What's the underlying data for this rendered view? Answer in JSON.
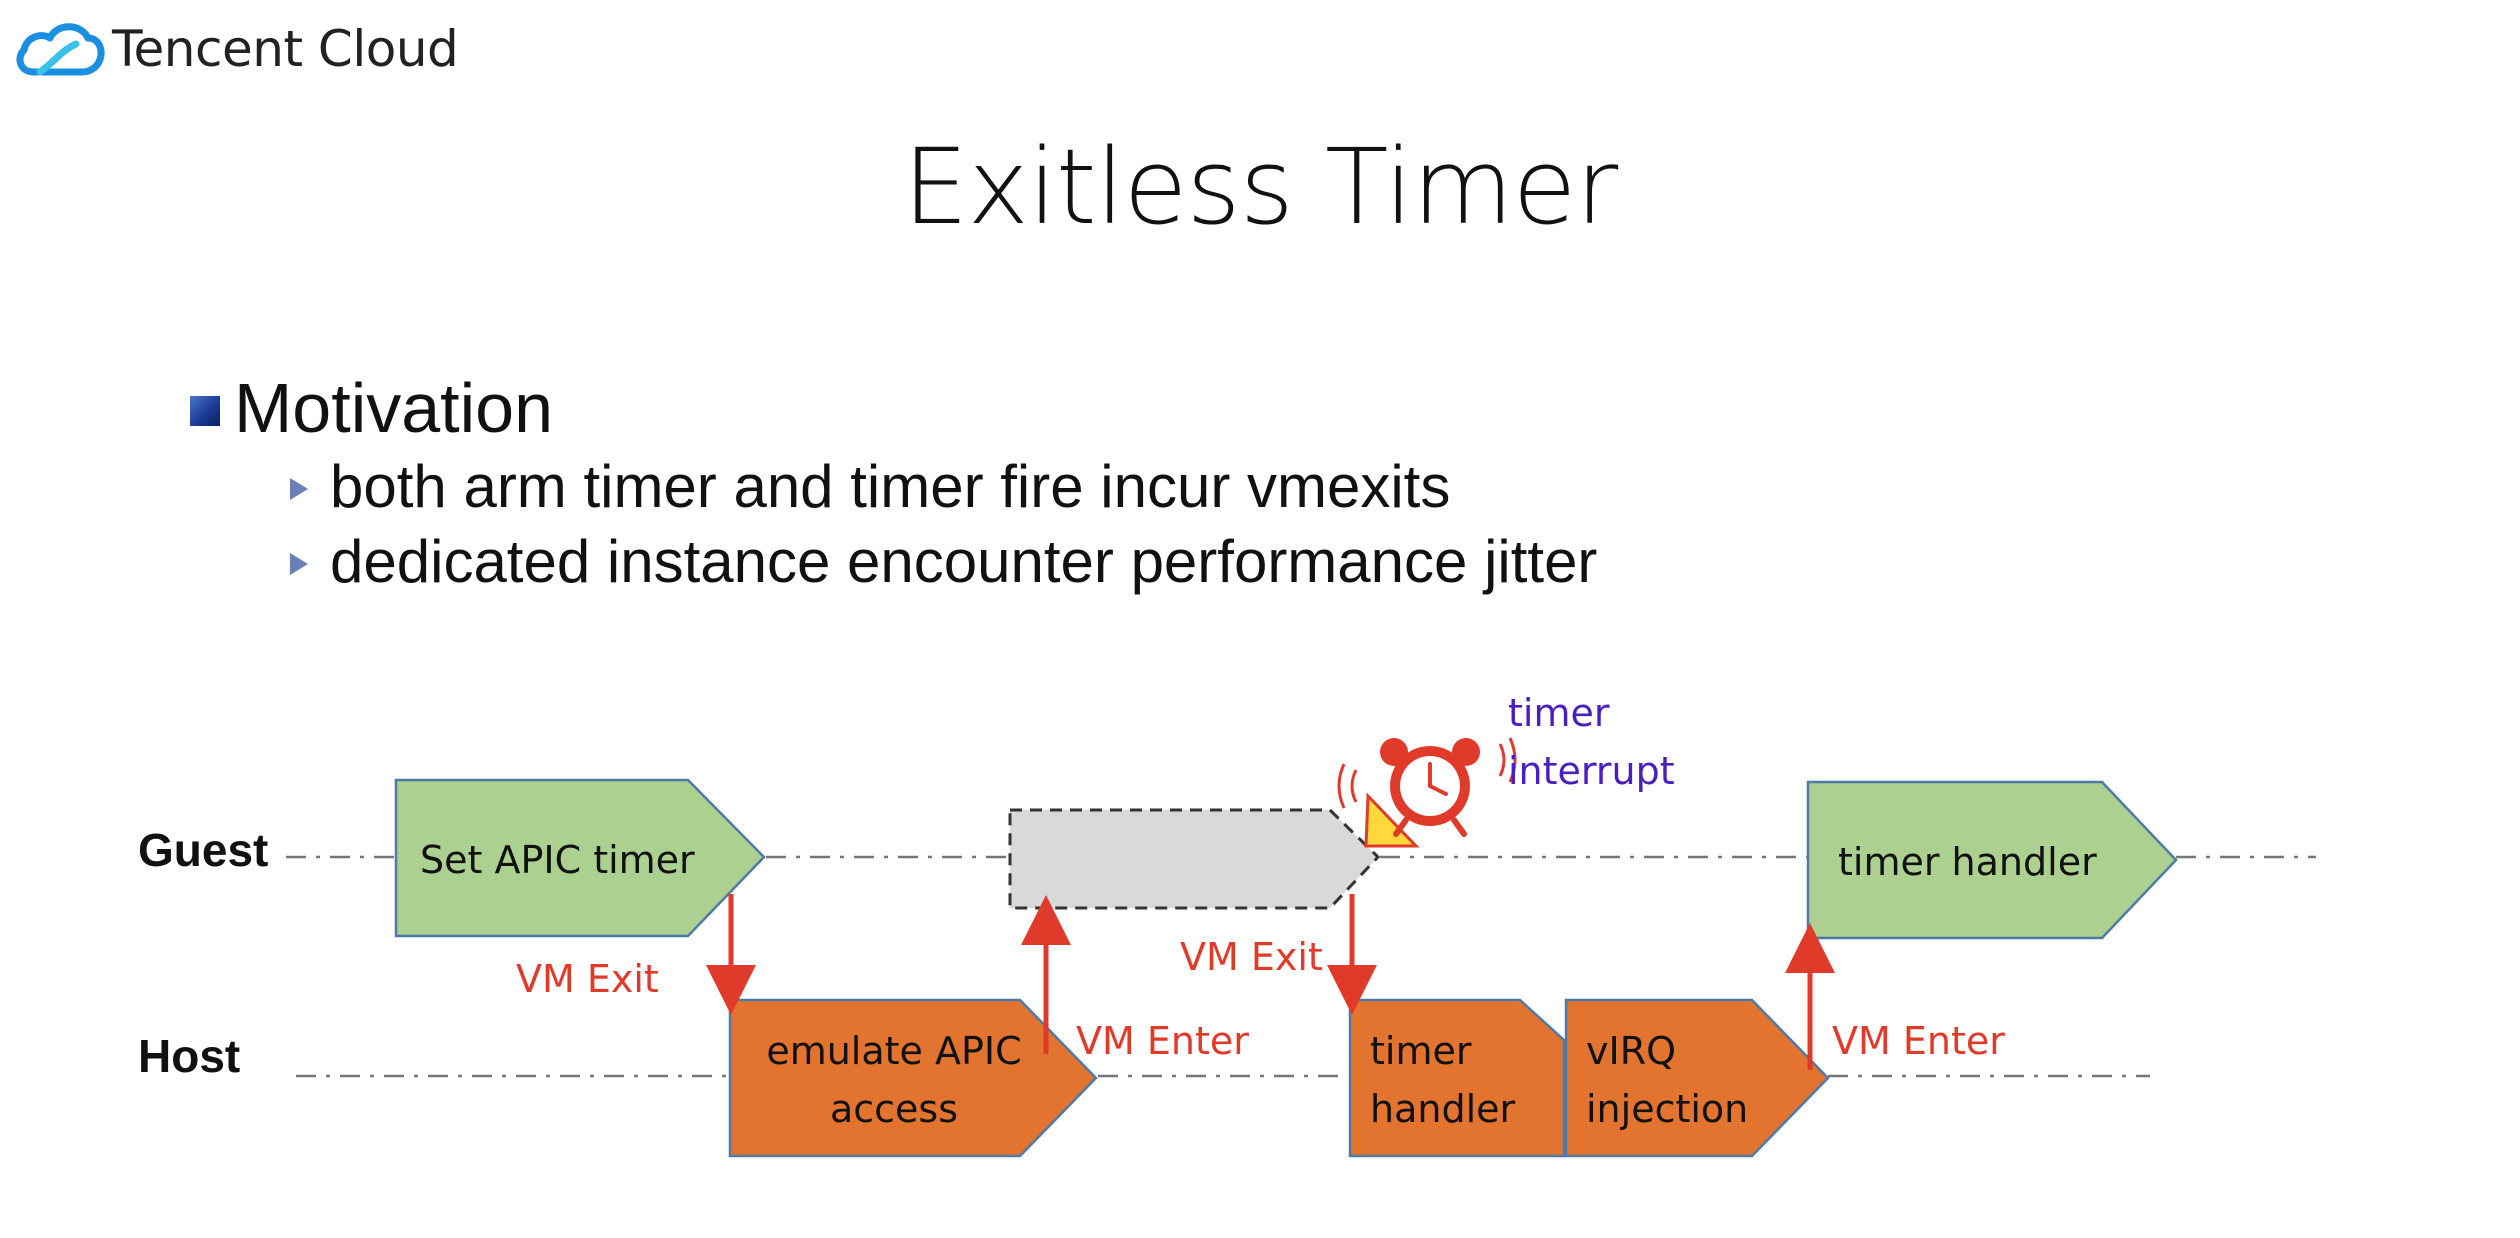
{
  "header": {
    "logo_text": "Tencent Cloud",
    "logo_icon": "cloud-icon"
  },
  "slide": {
    "title": "Exitless Timer",
    "bullet": "Motivation",
    "sub_bullets": [
      "both arm timer and timer fire incur vmexits",
      "dedicated instance encounter performance jitter"
    ]
  },
  "diagram": {
    "lanes": {
      "guest": "Guest",
      "host": "Host"
    },
    "guest_boxes": {
      "set_apic_timer": "Set APIC timer",
      "timer_handler": "timer handler"
    },
    "host_boxes": {
      "emulate_line1": "emulate APIC",
      "emulate_line2": "access",
      "timer_handler_line1": "timer",
      "timer_handler_line2": "handler",
      "virq_line1": "vIRQ",
      "virq_line2": "injection"
    },
    "transitions": {
      "vm_exit_1": "VM Exit",
      "vm_enter_1": "VM Enter",
      "vm_exit_2": "VM Exit",
      "vm_enter_2": "VM Enter"
    },
    "interrupt_label_line1": "timer",
    "interrupt_label_line2": "interrupt",
    "icons": [
      "alarm-clock-icon",
      "warning-triangle-icon"
    ],
    "colors": {
      "guest_box": "#acd08f",
      "host_box": "#e2742f",
      "idle_box": "#d9d9d9",
      "arrow": "#e03a2a",
      "interrupt_text": "#4b1fbf"
    }
  }
}
